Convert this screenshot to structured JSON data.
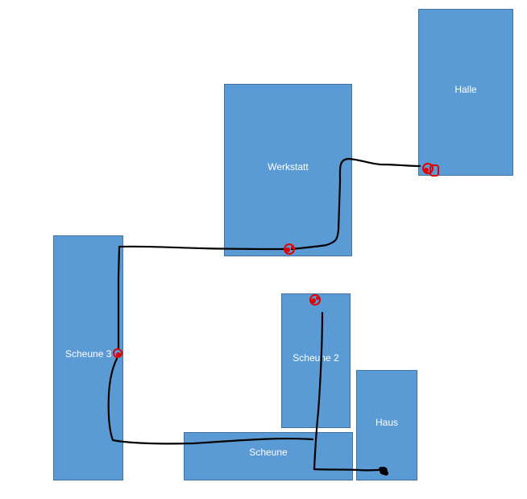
{
  "colors": {
    "building_fill": "#5b9bd5",
    "building_border": "#41719c",
    "label": "#ffffff",
    "path_line": "#000000",
    "marker_red": "#e00000",
    "marker_black": "#000000"
  },
  "buildings": {
    "halle": "Halle",
    "werkstatt": "Werkstatt",
    "scheune3": "Scheune 3",
    "scheune2": "Scheune 2",
    "haus": "Haus",
    "scheune": "Scheune"
  }
}
